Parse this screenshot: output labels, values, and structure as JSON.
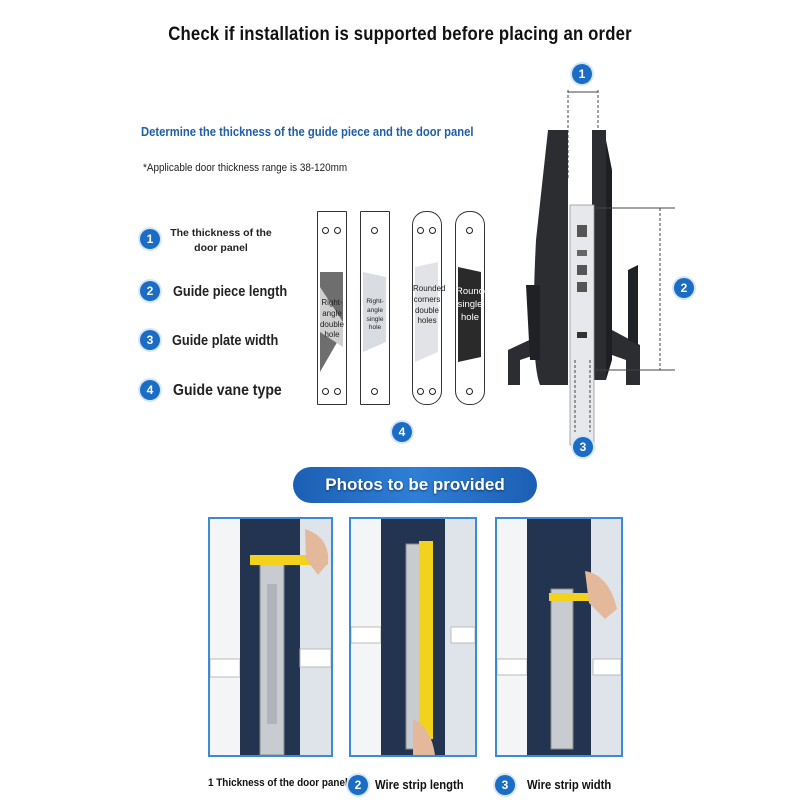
{
  "title": "Check if installation is supported before placing an order",
  "subtitle": "Determine the thickness of the guide piece and the door panel",
  "range_note": "*Applicable door thickness range is 38-120mm",
  "legend": [
    {
      "num": "1",
      "label": "The thickness of the door panel"
    },
    {
      "num": "2",
      "label": "Guide piece length"
    },
    {
      "num": "3",
      "label": "Guide plate width"
    },
    {
      "num": "4",
      "label": "Guide vane type"
    }
  ],
  "plates": [
    {
      "label": "Right-angle double hole",
      "shape": "rect",
      "holes": "double"
    },
    {
      "label": "Right-angle single hole",
      "shape": "rect",
      "holes": "single"
    },
    {
      "label": "Rounded corners double holes",
      "shape": "round",
      "holes": "double"
    },
    {
      "label": "Rounded single hole",
      "shape": "round",
      "holes": "single"
    }
  ],
  "plates_marker": "4",
  "diagram_markers": {
    "top": "1",
    "right": "2",
    "bottom": "3"
  },
  "photos_banner": "Photos to be provided",
  "captions": [
    {
      "num": "",
      "text": "1 Thickness of the door panel"
    },
    {
      "num": "2",
      "text": "Wire strip length"
    },
    {
      "num": "3",
      "text": "Wire strip width"
    }
  ],
  "colors": {
    "accent": "#1a6cc4",
    "subtitle": "#1f5fa8",
    "tape": "#f2d21a",
    "lock_body": "#2b2d31"
  }
}
